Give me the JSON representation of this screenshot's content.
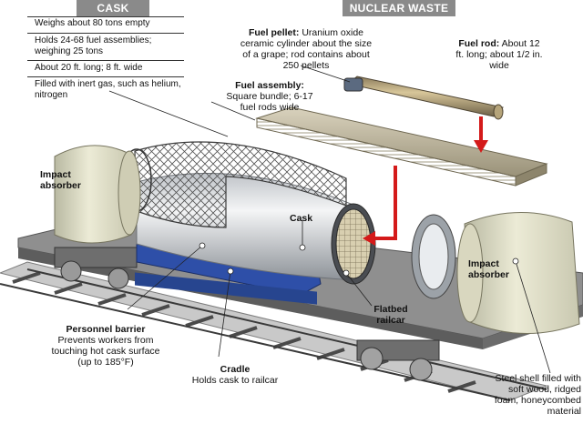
{
  "headers": {
    "cask": "CASK",
    "nuclear_waste": "NUCLEAR WASTE"
  },
  "cask_specs": [
    "Weighs about 80 tons empty",
    "Holds 24-68 fuel assemblies; weighing 25 tons",
    "About 20 ft. long; 8 ft. wide",
    "Filled with inert gas, such as helium, nitrogen"
  ],
  "labels": {
    "fuel_pellet_title": "Fuel pellet:",
    "fuel_pellet_text": "Uranium oxide ceramic cylinder about the size of a grape; rod contains about 250 pellets",
    "fuel_rod_title": "Fuel rod:",
    "fuel_rod_text": "About 12 ft. long; about 1/2 in. wide",
    "fuel_assembly_title": "Fuel assembly:",
    "fuel_assembly_text": "Square bundle; 6-17 fuel rods wide",
    "impact_absorber_left": "Impact absorber",
    "cask": "Cask",
    "impact_absorber_right": "Impact absorber",
    "flatbed_railcar": "Flatbed railcar",
    "personnel_barrier_title": "Personnel barrier",
    "personnel_barrier_text": "Prevents workers from touching hot cask surface (up to 185°F)",
    "cradle_title": "Cradle",
    "cradle_text": "Holds cask to railcar",
    "steel_shell_text": "Steel shell filled with soft wood, ridged foam, honeycombed material"
  },
  "colors": {
    "header_bg": "#8a8a8a",
    "arrow_red": "#d41a1a",
    "cradle_blue": "#2e4fa8",
    "absorber": "#dcdcc4"
  }
}
